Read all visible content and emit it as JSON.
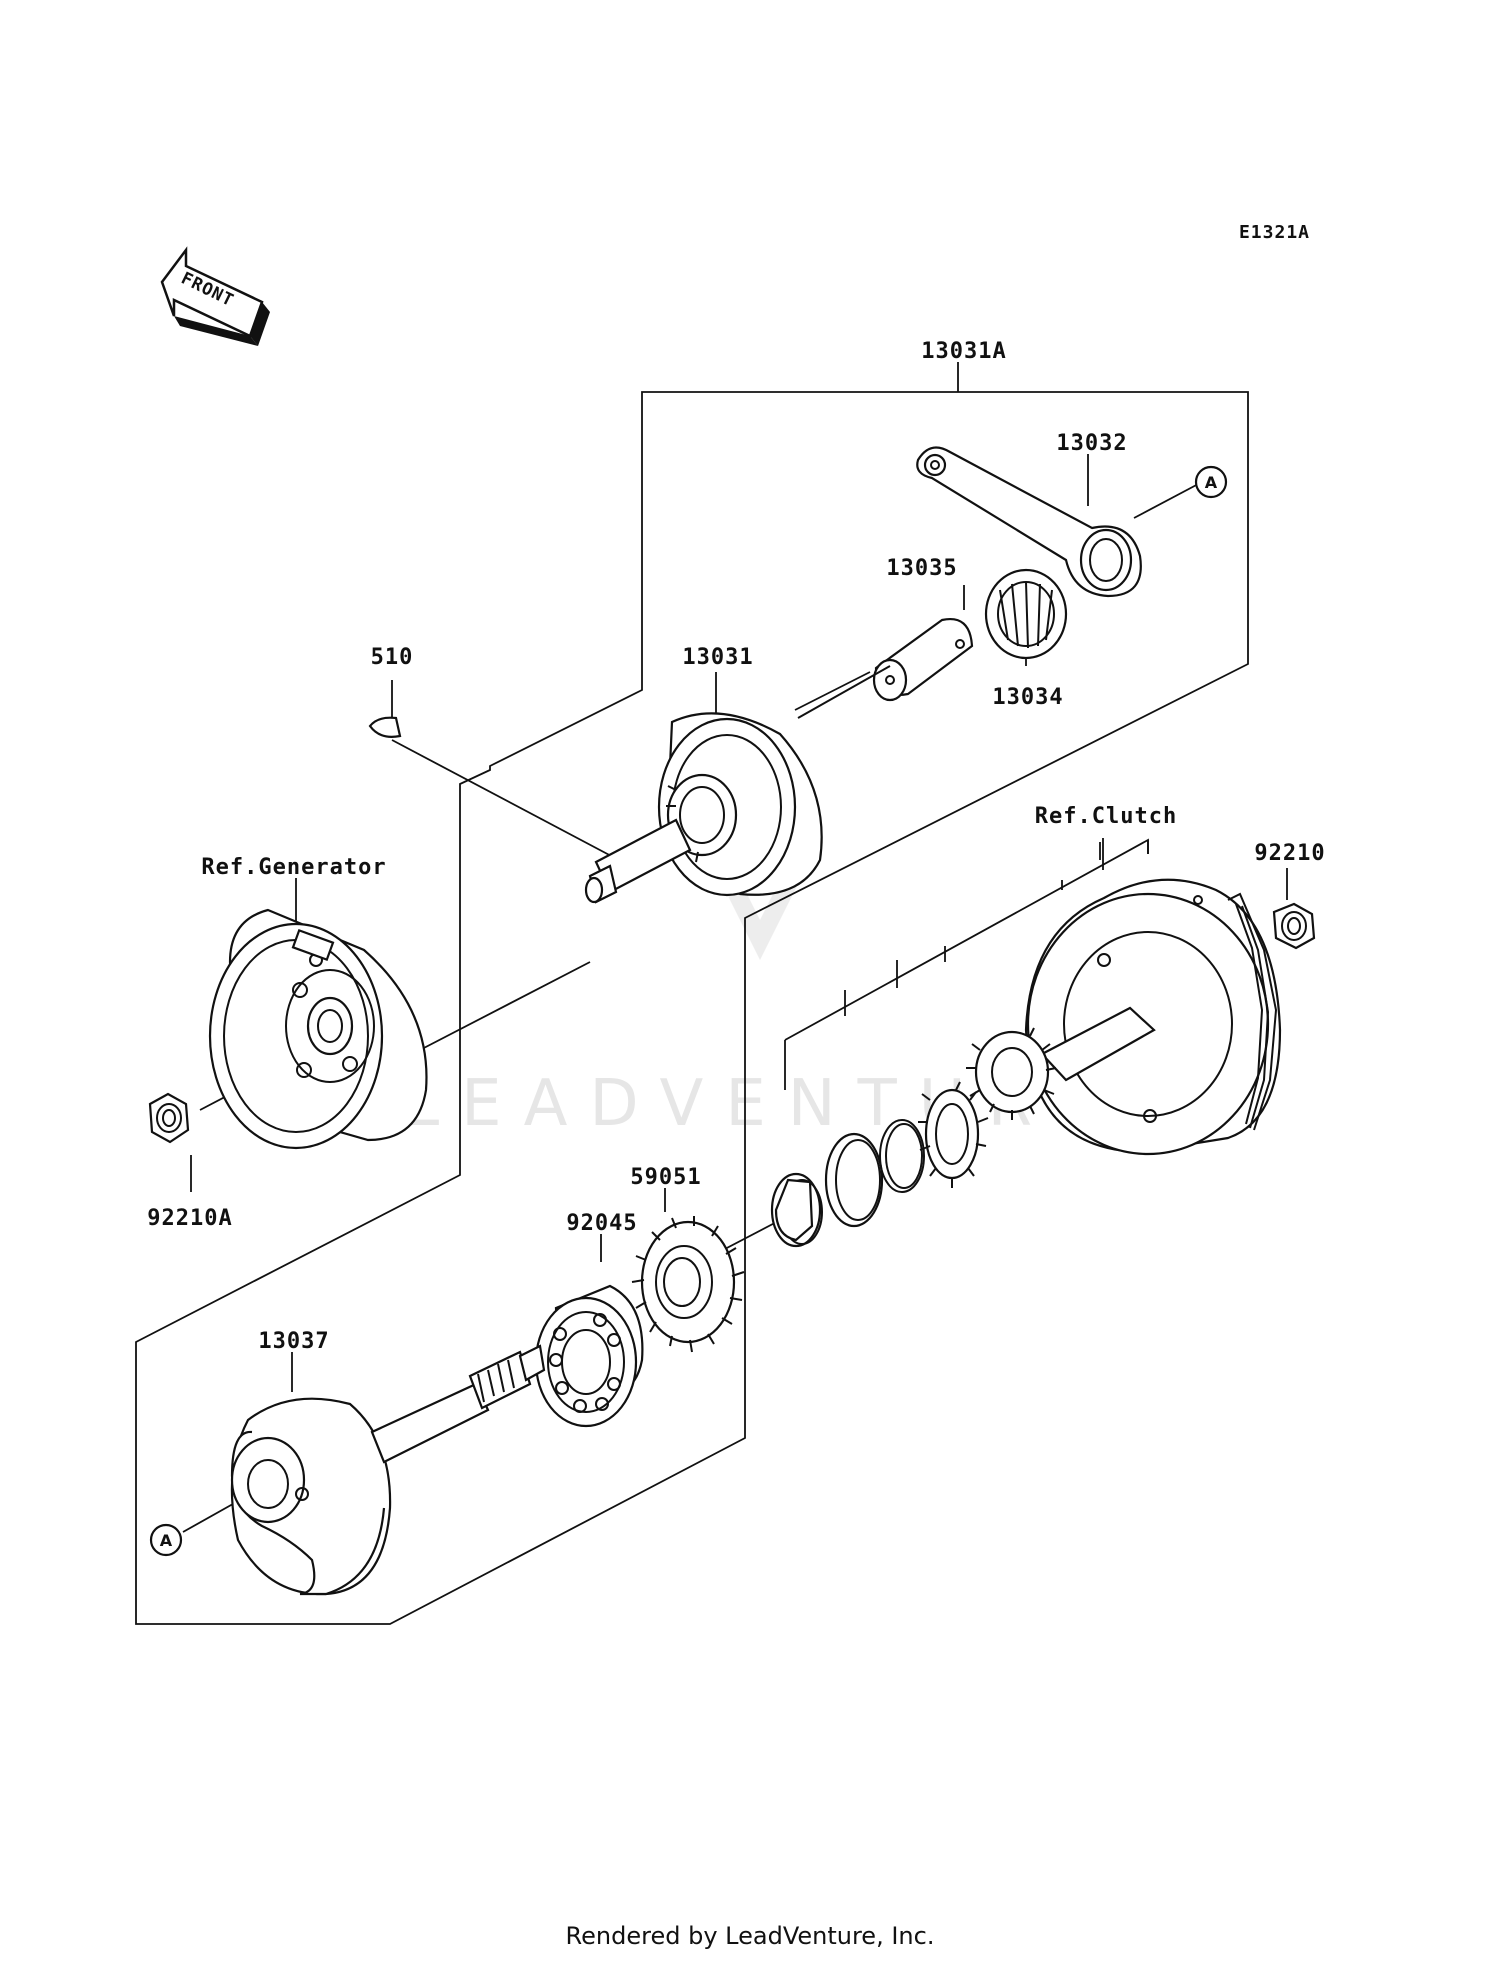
{
  "diagram_code": "E1321A",
  "front_label": "FRONT",
  "watermark": "LEADVENTURE",
  "footer": "Rendered by LeadVenture, Inc.",
  "ref_marker": "A",
  "parts": {
    "p13031A": "13031A",
    "p13032": "13032",
    "p13035": "13035",
    "p13034": "13034",
    "p13031": "13031",
    "p510": "510",
    "ref_clutch": "Ref.Clutch",
    "p92210": "92210",
    "ref_generator": "Ref.Generator",
    "p92210A": "92210A",
    "p59051": "59051",
    "p92045": "92045",
    "p13037": "13037"
  }
}
